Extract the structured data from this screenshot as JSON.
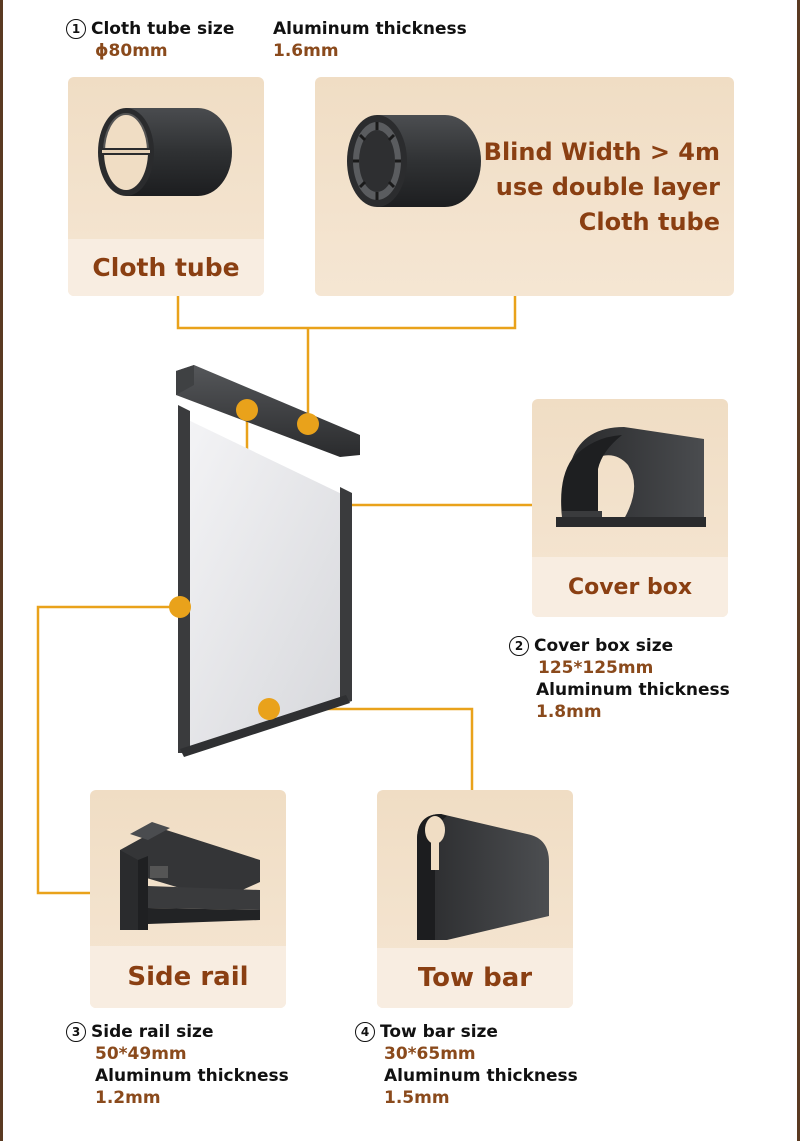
{
  "colors": {
    "accent": "#e9a21b",
    "label": "#8a3f12",
    "value": "#8a4a1c",
    "card": "#f3e3cf",
    "frame": "#5a3a22"
  },
  "spec1": {
    "num": "1",
    "title": "Cloth tube size",
    "value": "ϕ80mm"
  },
  "spec1b": {
    "title": "Aluminum thickness",
    "value": "1.6mm"
  },
  "card_cloth_tube": {
    "label": "Cloth tube",
    "icon": "cloth-tube-profile"
  },
  "card_double": {
    "lines": [
      "Blind Width > 4m",
      "use double layer",
      "Cloth tube"
    ],
    "icon": "double-layer-tube-profile"
  },
  "product": {
    "icon": "roller-blind-assembly"
  },
  "card_cover_box": {
    "label": "Cover box",
    "icon": "cover-box-profile"
  },
  "spec2": {
    "num": "2",
    "title": "Cover box size",
    "value": "125*125mm",
    "thickness_title": "Aluminum thickness",
    "thickness_value": "1.8mm"
  },
  "card_side_rail": {
    "label": "Side rail",
    "icon": "side-rail-profile"
  },
  "card_tow_bar": {
    "label": "Tow bar",
    "icon": "tow-bar-profile"
  },
  "spec3": {
    "num": "3",
    "title": "Side rail size",
    "value": "50*49mm",
    "thickness_title": "Aluminum thickness",
    "thickness_value": "1.2mm"
  },
  "spec4": {
    "num": "4",
    "title": "Tow bar size",
    "value": "30*65mm",
    "thickness_title": "Aluminum thickness",
    "thickness_value": "1.5mm"
  }
}
